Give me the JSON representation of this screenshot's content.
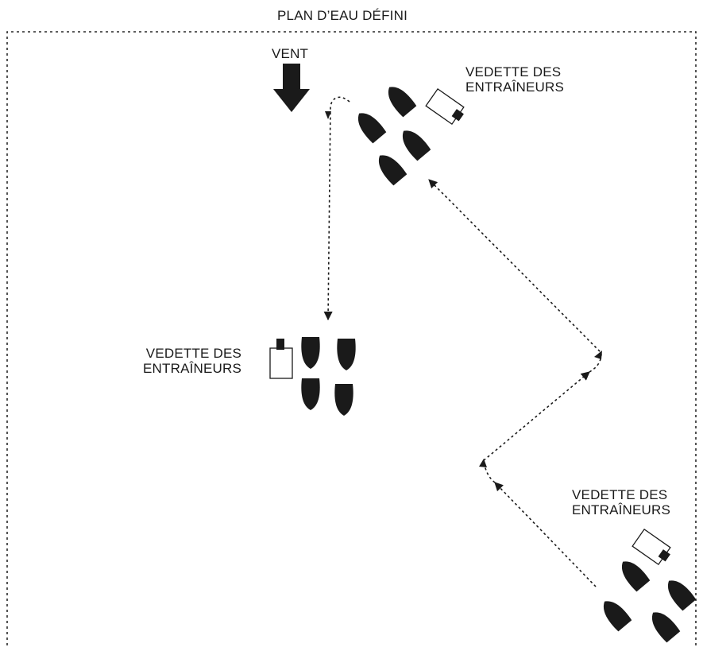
{
  "title": "PLAN D’EAU DÉFINI",
  "wind": {
    "label": "VENT",
    "icon": "down-arrow-icon"
  },
  "coach_boats": [
    {
      "id": "top",
      "line1": "VEDETTE DES",
      "line2": "ENTRAÎNEURS"
    },
    {
      "id": "middle",
      "line1": "VEDETTE DES",
      "line2": "ENTRAÎNEURS"
    },
    {
      "id": "bottom",
      "line1": "VEDETTE DES",
      "line2": "ENTRAÎNEURS"
    }
  ],
  "colors": {
    "ink": "#1a1a1a",
    "background": "#ffffff"
  }
}
